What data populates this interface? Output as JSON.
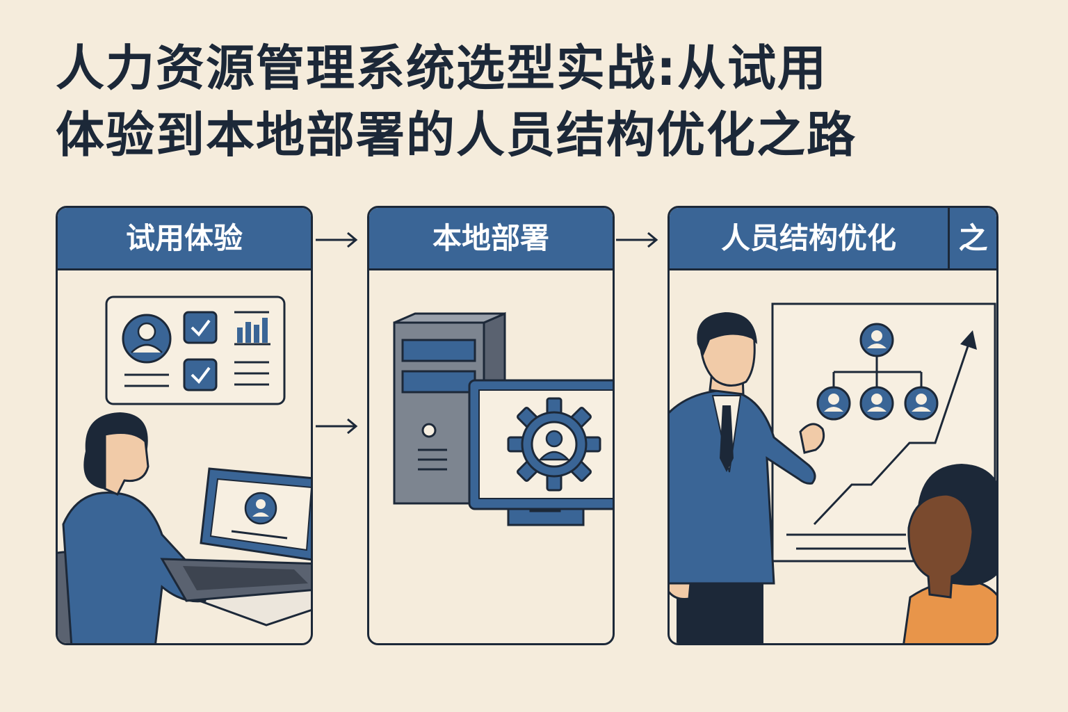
{
  "title": "人力资源管理系统选型实战:从试用\n体验到本地部署的人员结构优化之路",
  "panels": [
    {
      "label": "试用体验"
    },
    {
      "label": "本地部署"
    },
    {
      "label": "人员结构优化",
      "extra": "之"
    }
  ],
  "colors": {
    "background": "#f5ecdc",
    "header_blue": "#3a6596",
    "outline": "#1c2838",
    "server_gray": "#7d8590",
    "accent_orange": "#e8954a"
  },
  "icons": [
    "user-icon",
    "checkbox-icon",
    "bar-chart-icon",
    "gear-user-icon",
    "org-chart-icon",
    "arrow-right-icon"
  ]
}
